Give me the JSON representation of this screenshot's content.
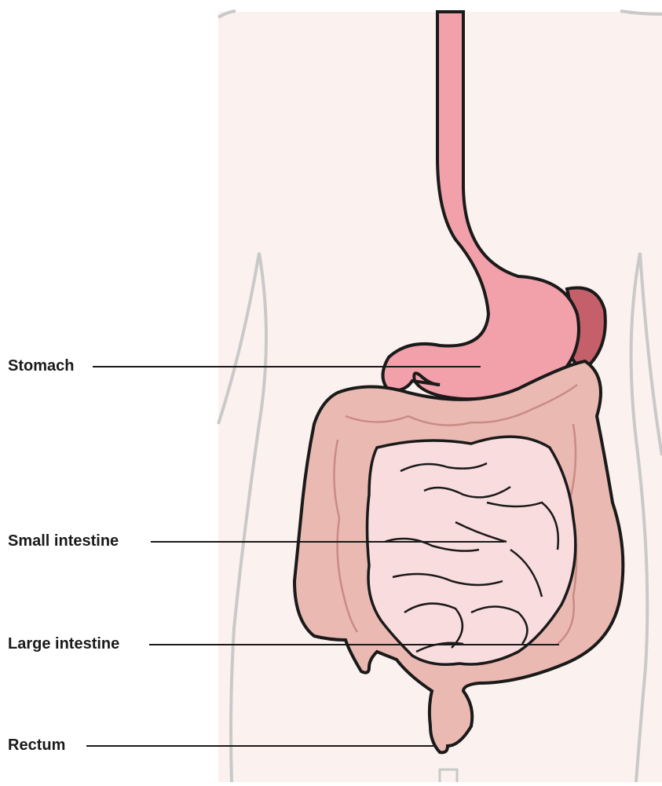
{
  "labels": {
    "stomach": "Stomach",
    "small_intestine": "Small intestine",
    "large_intestine": "Large intestine",
    "rectum": "Rectum"
  },
  "colors": {
    "background": "#ffffff",
    "body_skin": "#fbf1ee",
    "body_outline": "#c9c9c9",
    "esophagus_stomach": "#f2a0aa",
    "spleen": "#c5606a",
    "large_intestine": "#eab9b2",
    "large_intestine_detail": "#c98b84",
    "small_intestine": "#f9dcdd",
    "organ_outline": "#1a1a1a",
    "leader_line": "#1a1a1a"
  }
}
